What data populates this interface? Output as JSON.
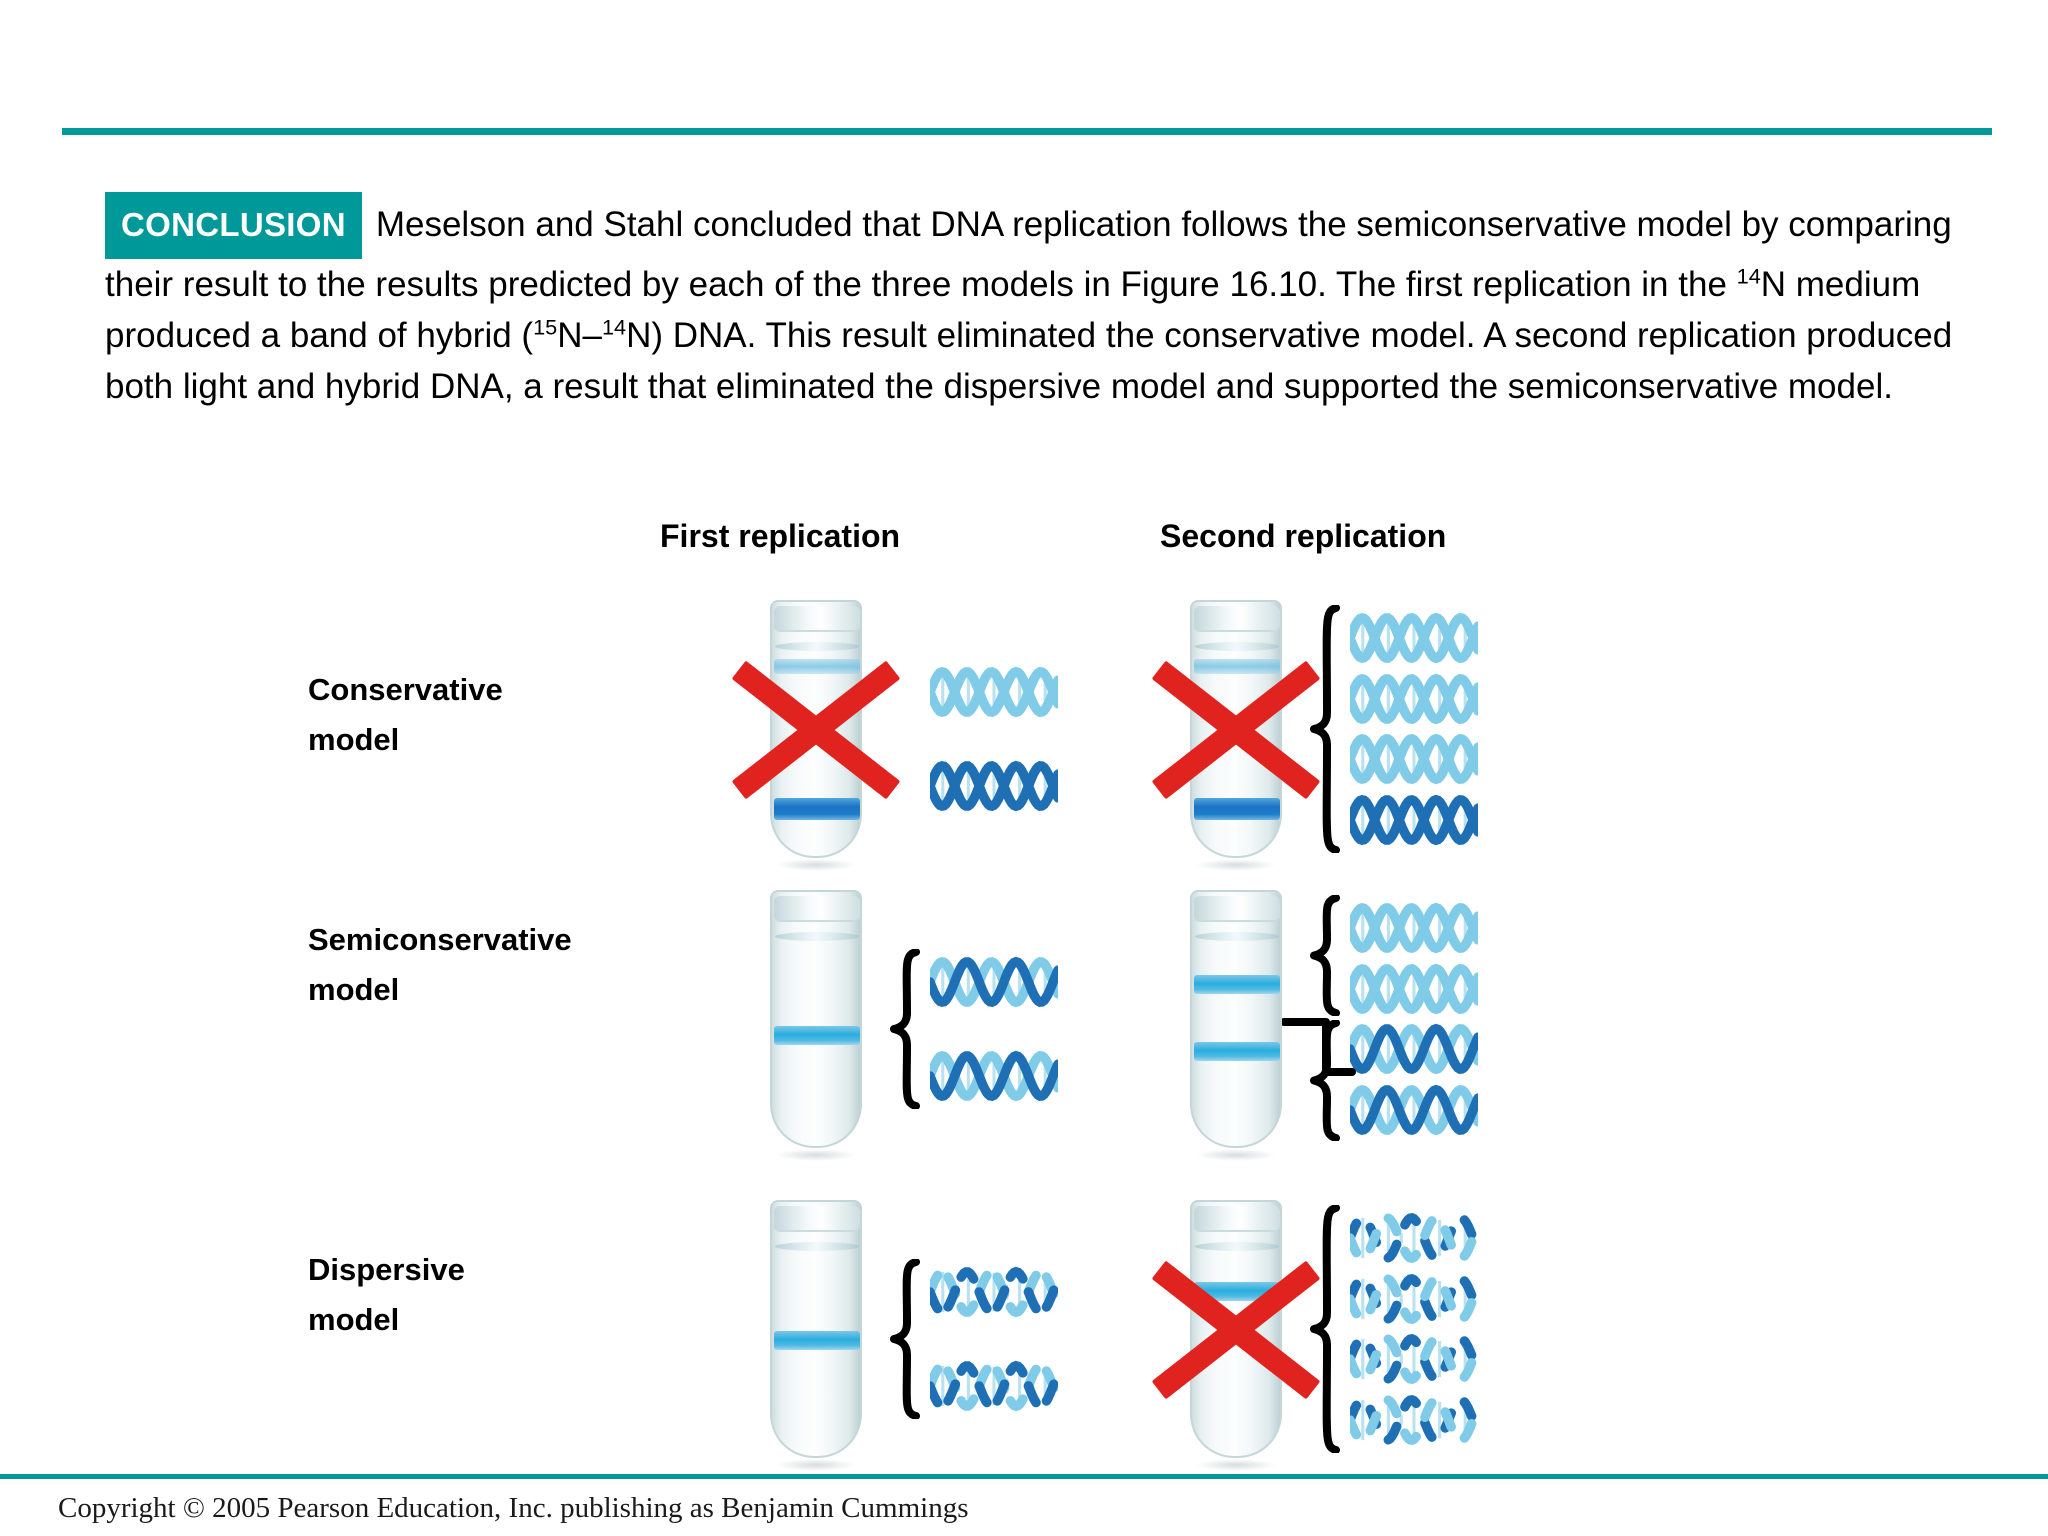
{
  "theme": {
    "accent_teal": "#009999",
    "red_x": "#e0231f",
    "helix_dark_blue": "#1f6fb5",
    "helix_light_blue": "#7fcbe8",
    "band_hybrid_blue": "#29aede",
    "band_heavy_blue": "#1b72c4"
  },
  "conclusion": {
    "badge": "CONCLUSION",
    "line1_a": "Meselson and Stahl concluded that DNA replication follows the semiconservative",
    "line2": "model by comparing their result to the results predicted by each of the three models in Figure 16.10.",
    "line3_a": "The first replication in the ",
    "line3_sup1": "14",
    "line3_b": "N medium produced a band of hybrid (",
    "line3_sup2": "15",
    "line3_c": "N–",
    "line3_sup3": "14",
    "line3_d": "N) DNA. This result eliminated",
    "line4": "the conservative model. A second replication produced both light and hybrid DNA, a result that eliminated",
    "line5": "the dispersive model and supported the semiconservative model."
  },
  "figure": {
    "columns": [
      {
        "label": "First replication"
      },
      {
        "label": "Second replication"
      }
    ],
    "rows": [
      {
        "label_line1": "Conservative",
        "label_line2": "model",
        "eliminated_first": true,
        "eliminated_second": true,
        "first": {
          "bands": [
            {
              "type": "light",
              "position_pct": 22
            },
            {
              "type": "heavy",
              "position_pct": 76
            }
          ],
          "brackets": [],
          "helices": [
            {
              "pattern": "all-light"
            },
            {
              "pattern": "all-dark"
            }
          ]
        },
        "second": {
          "bands": [
            {
              "type": "light",
              "position_pct": 22
            },
            {
              "type": "heavy",
              "position_pct": 76
            }
          ],
          "brackets": [
            {
              "spans": 4
            }
          ],
          "helices": [
            {
              "pattern": "all-light"
            },
            {
              "pattern": "all-light"
            },
            {
              "pattern": "all-light"
            },
            {
              "pattern": "all-dark"
            }
          ]
        }
      },
      {
        "label_line1": "Semiconservative",
        "label_line2": "model",
        "eliminated_first": false,
        "eliminated_second": false,
        "first": {
          "bands": [
            {
              "type": "hybrid",
              "position_pct": 52
            }
          ],
          "brackets": [
            {
              "spans": 2
            }
          ],
          "helices": [
            {
              "pattern": "hybrid"
            },
            {
              "pattern": "hybrid"
            }
          ]
        },
        "second": {
          "bands": [
            {
              "type": "hybrid",
              "position_pct": 32
            },
            {
              "type": "hybrid",
              "position_pct": 58
            }
          ],
          "brackets": [
            {
              "spans": 2
            },
            {
              "spans": 2
            }
          ],
          "connector": true,
          "helices": [
            {
              "pattern": "all-light"
            },
            {
              "pattern": "all-light"
            },
            {
              "pattern": "hybrid"
            },
            {
              "pattern": "hybrid"
            }
          ]
        }
      },
      {
        "label_line1": "Dispersive",
        "label_line2": "model",
        "eliminated_first": false,
        "eliminated_second": true,
        "first": {
          "bands": [
            {
              "type": "hybrid",
              "position_pct": 50
            }
          ],
          "brackets": [
            {
              "spans": 2
            }
          ],
          "helices": [
            {
              "pattern": "mottled"
            },
            {
              "pattern": "mottled"
            }
          ]
        },
        "second": {
          "bands": [
            {
              "type": "hybrid",
              "position_pct": 31
            }
          ],
          "brackets": [
            {
              "spans": 4
            }
          ],
          "helices": [
            {
              "pattern": "mottled-light"
            },
            {
              "pattern": "mottled-light"
            },
            {
              "pattern": "mottled-light"
            },
            {
              "pattern": "mottled-light"
            }
          ]
        }
      }
    ]
  },
  "footer": {
    "copyright": "Copyright © 2005 Pearson Education, Inc. publishing as Benjamin Cummings"
  }
}
